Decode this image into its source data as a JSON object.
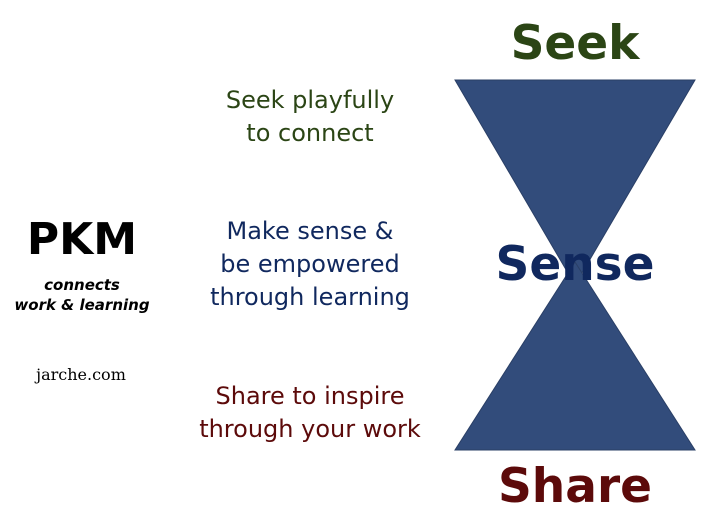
{
  "colors": {
    "seek": "#2b4515",
    "sense": "#10285e",
    "share": "#5c0a0a",
    "hourglass": "#324c7b",
    "hourglass_stroke": "#2a3f66"
  },
  "words": {
    "seek": "Seek",
    "sense": "Sense",
    "share": "Share"
  },
  "phrases": {
    "seek": [
      "Seek playfully",
      "to connect"
    ],
    "sense": [
      "Make sense &",
      "be empowered",
      "through learning"
    ],
    "share": [
      "Share to inspire",
      "through your work"
    ]
  },
  "pkm": {
    "title": "PKM",
    "subtitle": [
      "connects",
      "work & learning"
    ]
  },
  "site": "jarche.com"
}
